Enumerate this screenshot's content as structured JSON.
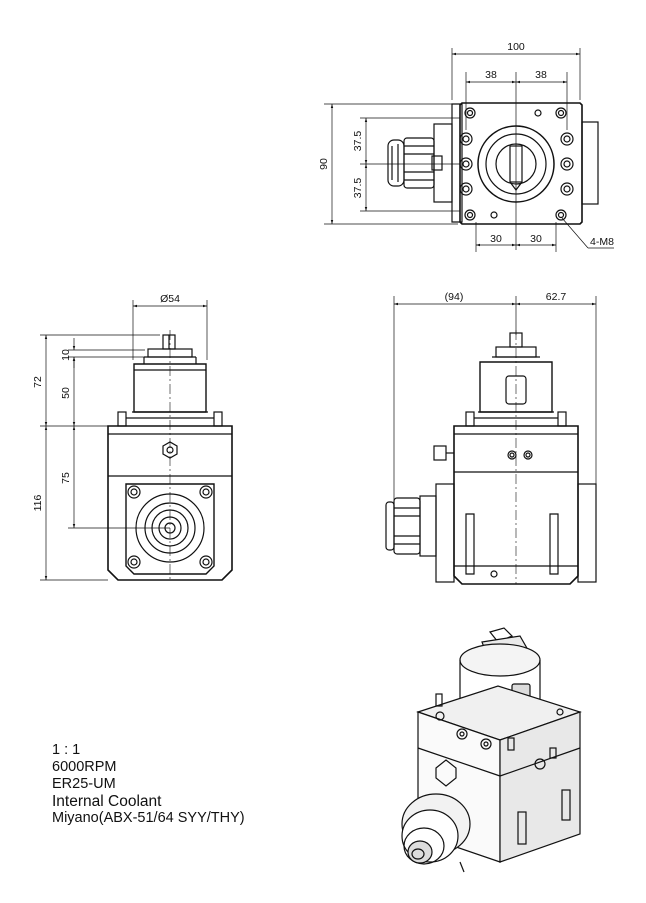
{
  "dimensions": {
    "front_width": "100",
    "front_left": "38",
    "front_right": "38",
    "front_height": "90",
    "front_upper": "37.5",
    "front_lower": "37.5",
    "front_bottom_left": "30",
    "front_bottom_right": "30",
    "thread": "4-M8",
    "side_diameter": "Ø54",
    "side_top": "10",
    "side_total_upper": "72",
    "side_upper": "50",
    "side_lower": "75",
    "side_total": "116",
    "right_ref": "(94)",
    "right_offset": "62.7"
  },
  "specs": {
    "scale": "1 : 1",
    "rpm": "6000RPM",
    "collet": "ER25-UM",
    "coolant": "Internal Coolant",
    "machine": "Miyano(ABX-51/64 SYY/THY)"
  }
}
